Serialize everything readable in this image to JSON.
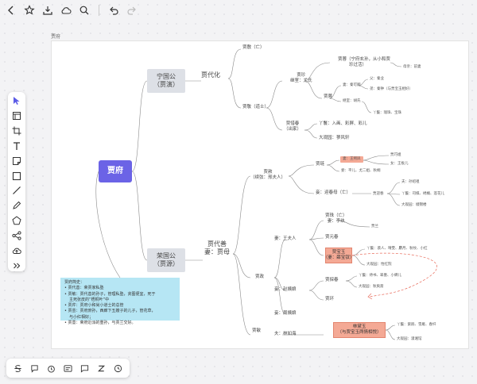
{
  "toolbar": {
    "icons": [
      "back-icon",
      "star-icon",
      "download-icon",
      "cloud-icon",
      "search-icon",
      "undo-icon",
      "redo-icon"
    ]
  },
  "breadcrumb": "贾府",
  "left_tools": [
    "select-arrow-icon",
    "frame-icon",
    "crop-icon",
    "text-icon",
    "sticky-note-icon",
    "rectangle-icon",
    "line-icon",
    "pen-icon",
    "polygon-icon",
    "share-icon",
    "upload-icon",
    "more-icon"
  ],
  "bottom_tools": [
    "strikethrough-icon",
    "comment-icon",
    "timer-icon",
    "caption-icon",
    "message-icon",
    "z-icon",
    "vote-icon"
  ],
  "mindmap": {
    "root": "贾府",
    "ningguo": {
      "title": "宁国公",
      "name": "（贾演）",
      "heir": "贾代化",
      "fu": "贾敷（亡）",
      "jing": "贾敬（道士）",
      "zhen": "贾珍",
      "zhen_wife": "继室：尤氏",
      "rong": "贾蓉（宁府玄孙，从小和贾",
      "rong2": "珍过活）",
      "rong_mother": "母亲：前妻",
      "qin": "妻：秦可卿",
      "qin_father": "父：秦业",
      "qin_brother": "弟：秦钟（与贾宝玉相好）",
      "rong_second": "继室：胡氏",
      "rong_sons": "贾蓉",
      "rong_servants": "丫鬟：瑞珠、宝珠",
      "xichun": "贾惜春",
      "xichun_sub": "（出家）",
      "xichun_maids": "丫鬟：入画、彩屏、彩儿",
      "xichun_garden": "大观园：蓼风轩"
    },
    "rongguo": {
      "title": "荣国公",
      "name": "（贾源）",
      "heir": "贾代善",
      "heir_wife": "妻：贾母",
      "she": "贾赦",
      "she_sub": "（续弦：邢夫人）",
      "lian": "贾琏",
      "lian_wife": "妻：王熙凤",
      "lian_wife_father": "贾巧姐",
      "lian_wife_mother": "女：王板儿",
      "lian_concubines": "妾：平儿、尤二姐、秋桐",
      "yingchun": "妾：迎春母（亡）",
      "yingchun_name": "贾迎春",
      "yingchun_husband": "夫：孙绍祖",
      "yingchun_maids": "丫鬟：司棋、绣橘、莲花儿",
      "yingchun_garden": "大观园：缀锦楼",
      "zheng": "贾政",
      "wang": "妻：王夫人",
      "zhu": "贾珠（亡）",
      "zhu_wife": "妻：李纨",
      "zhu_son": "贾兰",
      "yuanchun": "贾元春",
      "baoyu": "贾宝玉",
      "baoyu_sub": "（妻：薛宝钗）",
      "baoyu_maids": "丫鬟：袭人、晴雯、麝月、秋纹、小红",
      "baoyu_garden": "大观园：怡红院",
      "zhao": "妾：赵姨娘",
      "tanchun": "贾探春",
      "tanchun_maids": "丫鬟：待书、翠墨、小蝉儿",
      "tanchun_garden": "大观园：秋爽斋",
      "huan": "贾环",
      "zhou": "妾：周姨娘",
      "min": "贾敏",
      "min_husband": "夫：林如海",
      "daiyu": "林黛玉",
      "daiyu_sub": "（与贾宝玉两情相悦）",
      "daiyu_maids": "丫鬟：紫鹃、雪雁、春纤",
      "daiyu_garden": "大观园：潇湘馆"
    }
  },
  "note": {
    "title": "贾府简史：",
    "items": [
      "贾代善：荣贾家私塾",
      "贾敏：贾代善的孙子，管理私塾，贪图便宜，死于",
      "主死张皮的“梧桐叶”中",
      "贾芹：贾府小和尚小道士的总管",
      "贾芸：贾府庶孙，西廊下五嫂子的儿子，管花草，",
      "与小红相好；",
      "贾蔷：荣府近派的重孙，与贾兰交好。"
    ]
  },
  "colors": {
    "root": "#6b63e6",
    "ducal": "#dde0e6",
    "highlight": "#f4a995",
    "note": "#b6e6f4",
    "relation": "#e86a5a"
  }
}
